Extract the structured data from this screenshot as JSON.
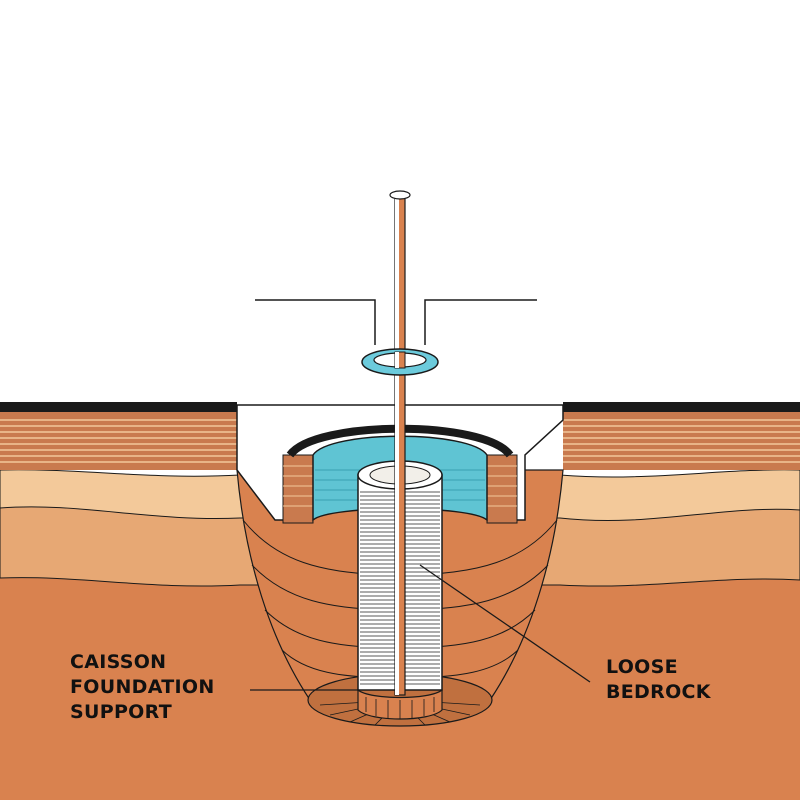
{
  "labels": {
    "caisson": [
      "CAISSON",
      "FOUNDATION",
      "SUPPORT"
    ],
    "bedrock": [
      "LOOSE",
      "BEDROCK"
    ]
  },
  "colors": {
    "sky": "#ffffff",
    "outline": "#1a1a1a",
    "surface_top": "#f2c89a",
    "surface_stripe": "#c97a4e",
    "soil_light": "#f3c99a",
    "soil_mid": "#e7a874",
    "soil_deep": "#d9824f",
    "water": "#5fc4d3",
    "water_ring": "#6ccbdc",
    "rod": "#d9824f",
    "caisson_body": "#ffffff",
    "hatch": "#7a7a7a",
    "pit_floor": "#c0703f"
  }
}
